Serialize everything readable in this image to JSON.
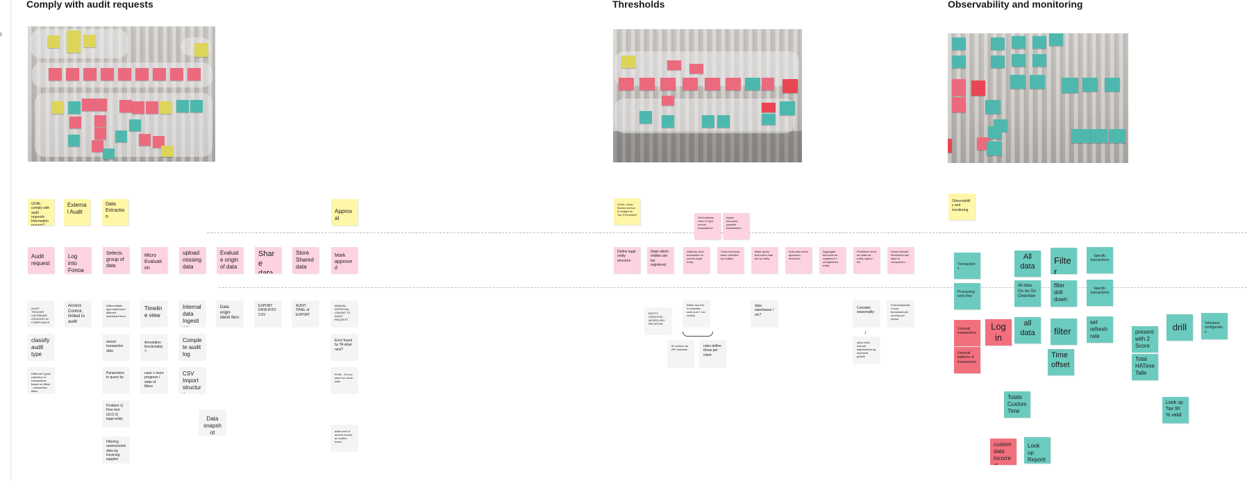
{
  "frames": {
    "audit": "Comply with audit requests",
    "thresholds": "Thresholds",
    "observability": "Observability and monitoring"
  },
  "edge_mark": "e",
  "audit": {
    "goals": [
      "GOAL: comply with audit requests Information request?",
      "External Audit",
      "Data Extraction",
      "Approval"
    ],
    "steps": [
      "Audit request",
      "Log into Fonoa",
      "Selects group of data",
      "Micro Evaluation",
      "upload missing data",
      "Evaluate origin of data",
      "Share data",
      "Store Shared data",
      "Mark approved"
    ],
    "c1": [
      "AUDIT TRIGGER CALENDAR/ ISSUE/API IN COMPLIANCE",
      "classify audit type",
      "Different? types collection of transactions based on filters ...transaction filters"
    ],
    "c2": [
      "Access Control, limited to audit"
    ],
    "c3": [
      "Differentiable type dashboard different dashboard form",
      "stored transaction data",
      "Parameters to query by",
      "Problem 1) Fine test GCO 2) legal entity",
      "Filtering unstructured data eg invoicing supplier"
    ],
    "c4": [
      "Timeline view",
      "Annotation functionality?",
      "case + more progress / state of filters"
    ],
    "c5": [
      "Internal data Ingestion",
      "Complete audit log",
      "CSV Import structure"
    ],
    "c5b": [
      "Data snapshot"
    ],
    "c6": [
      "Data origin identi fiers"
    ],
    "c7": [
      "EXPORT DATA INTO CSV"
    ],
    "c8": [
      "AUDIT TRAIL of EXPORT"
    ],
    "c9": [
      "MANUAL APPROVAL LINKING TO AUDIT REQUEST",
      "Error found by TA what next?",
      "RI file - Do not store too much data",
      "what level of access should an auditor have?"
    ]
  },
  "thresholds": {
    "goal": "GOAL: Allow finance person to budget for Tax (Threshold)",
    "above": [
      "Set business rules to Spot uncom transactions",
      "Ingest Accounts payable transactions"
    ],
    "steps": [
      "Define legal entity structure",
      "State which entities are tax registered",
      "Attribute each transaction to correct legal entity",
      "Track revenues base collected by entities",
      "Make query that sums total tax by entity",
      "Auto-alert when approach threshold",
      "Aggregate tax/costs for registered + unregistered entity",
      "Predictive trend as totals for entity region / etc",
      "Show relevant thresholds and state in comparison"
    ],
    "below": [
      "ENTITY CREATION MODELLING RECATION",
      "Either any IDs in business rules (Lat + tax codes)",
      "ID receive via API requests",
      "rules define these per client",
      "data warehouse / etc?",
      "Consider seasonality",
      "allow other manual adjustments eg expected growth",
      "Forecast/predict more thresholds per country per period"
    ]
  },
  "observability": {
    "goal": "Observability and monitoring",
    "notes": [
      "Transactions",
      "All data",
      "Filter",
      "Specific transactions",
      "Processing work flow",
      "All data Go no Go Overview",
      "filter drill down",
      "Specific transactions",
      "Unusual transactions",
      "Log in",
      "all data",
      "filter",
      "set refresh rate",
      "Unusual patterns of transactions",
      "present with 2 Score",
      "drill",
      "Tolerance configuration",
      "Time offset",
      "Total HATime Talle",
      "Totals Custom Time",
      "Look up Tax 90 % valid",
      "custom data Incorrect",
      "Look up Reporting"
    ]
  }
}
